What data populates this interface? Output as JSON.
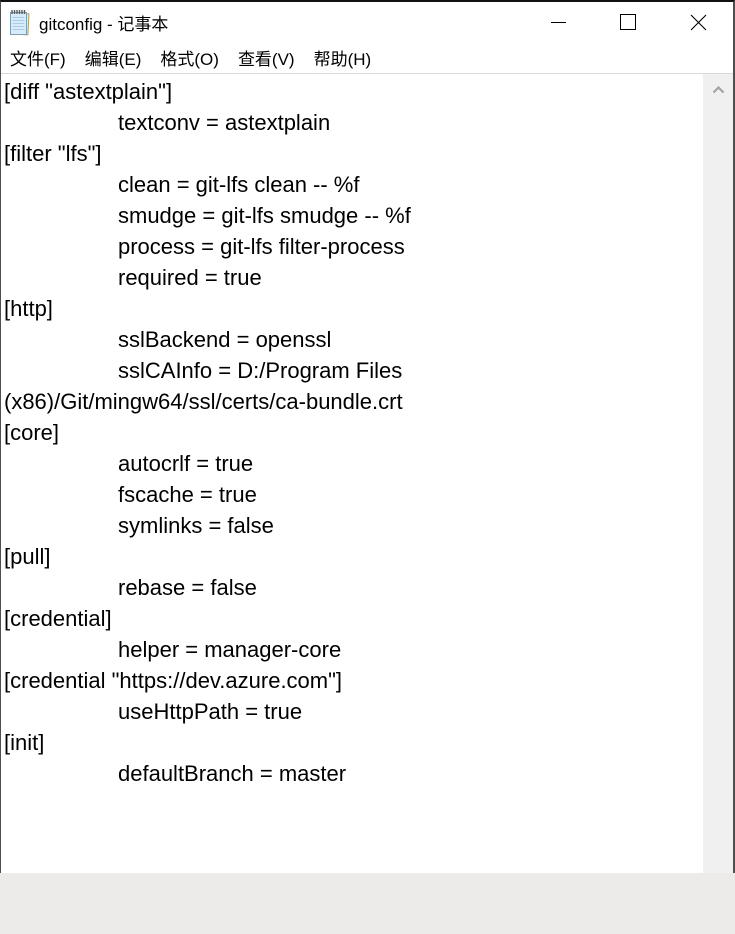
{
  "window": {
    "title": "gitconfig - 记事本"
  },
  "titlebar": {
    "icon": "notepad-icon",
    "buttons": [
      "minimize",
      "maximize",
      "close"
    ]
  },
  "menu": {
    "items": [
      {
        "label": "文件(F)"
      },
      {
        "label": "编辑(E)"
      },
      {
        "label": "格式(O)"
      },
      {
        "label": "查看(V)"
      },
      {
        "label": "帮助(H)"
      }
    ]
  },
  "editor": {
    "lines": [
      {
        "text": "[diff \"astextplain\"]",
        "indent": false
      },
      {
        "text": "textconv = astextplain",
        "indent": true
      },
      {
        "text": "[filter \"lfs\"]",
        "indent": false
      },
      {
        "text": "clean = git-lfs clean -- %f",
        "indent": true
      },
      {
        "text": "smudge = git-lfs smudge -- %f",
        "indent": true
      },
      {
        "text": "process = git-lfs filter-process",
        "indent": true
      },
      {
        "text": "required = true",
        "indent": true
      },
      {
        "text": "[http]",
        "indent": false
      },
      {
        "text": "sslBackend = openssl",
        "indent": true
      },
      {
        "text": "sslCAInfo = D:/Program Files",
        "indent": true
      },
      {
        "text": "(x86)/Git/mingw64/ssl/certs/ca-bundle.crt",
        "indent": false
      },
      {
        "text": "[core]",
        "indent": false
      },
      {
        "text": "autocrlf = true",
        "indent": true
      },
      {
        "text": "fscache = true",
        "indent": true
      },
      {
        "text": "symlinks = false",
        "indent": true
      },
      {
        "text": "[pull]",
        "indent": false
      },
      {
        "text": "rebase = false",
        "indent": true
      },
      {
        "text": "[credential]",
        "indent": false
      },
      {
        "text": "helper = manager-core",
        "indent": true
      },
      {
        "text": "[credential \"https://dev.azure.com\"]",
        "indent": false
      },
      {
        "text": "useHttpPath = true",
        "indent": true
      },
      {
        "text": "[init]",
        "indent": false
      },
      {
        "text": "defaultBranch = master",
        "indent": true
      }
    ]
  },
  "colors": {
    "window_bg": "#ffffff",
    "desktop_bg": "#ecebea",
    "scrollbar_track": "#f0f0f0",
    "scrollbar_arrow": "#a3a3a3",
    "border_dark": "#4f4f4f",
    "menu_separator": "#d9d9d9",
    "text_color": "#000000"
  }
}
